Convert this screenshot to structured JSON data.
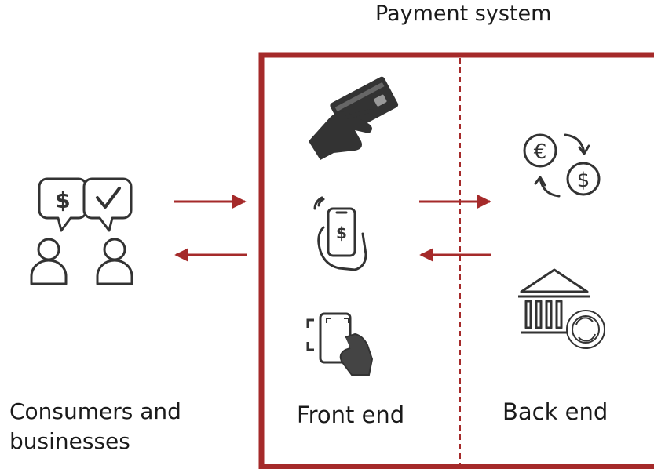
{
  "title": "Payment system",
  "labels": {
    "consumers_line1": "Consumers and",
    "consumers_line2": "businesses",
    "front_end": "Front end",
    "back_end": "Back end"
  },
  "icons": {
    "consumers": [
      "speech-bubble-dollar-icon",
      "speech-bubble-check-icon",
      "person-icon",
      "person-icon"
    ],
    "front_end": [
      "hand-holding-card-icon",
      "hand-holding-phone-payment-icon",
      "hand-scanning-phone-icon"
    ],
    "back_end": [
      "currency-exchange-icon",
      "bank-sync-icon"
    ]
  },
  "colors": {
    "accent": "#a52a2a",
    "icon": "#333333"
  }
}
